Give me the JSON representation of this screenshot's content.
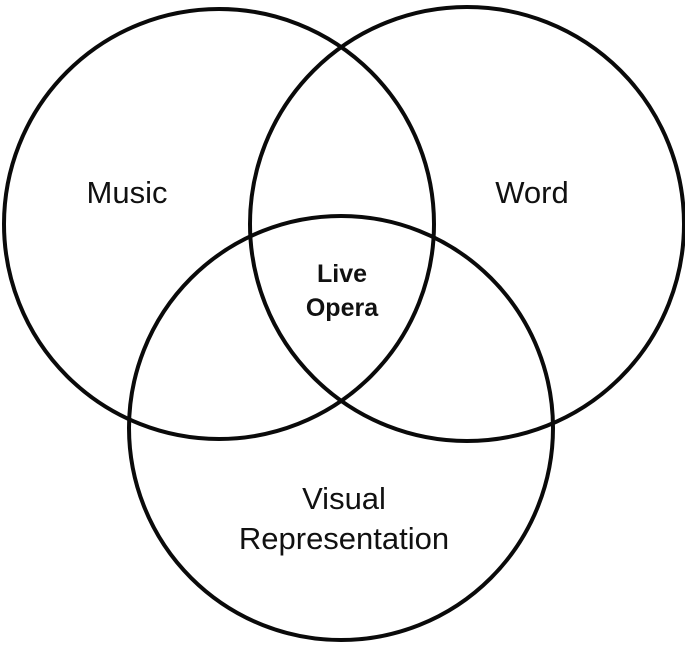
{
  "diagram": {
    "sets": {
      "music": "Music",
      "word": "Word",
      "visual_line1": "Visual",
      "visual_line2": "Representation"
    },
    "intersection": {
      "line1": "Live",
      "line2": "Opera"
    },
    "colors": {
      "stroke": "#0a0a0a",
      "text": "#111111",
      "background": "#ffffff"
    }
  }
}
